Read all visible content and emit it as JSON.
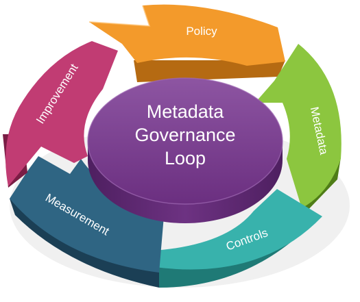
{
  "diagram": {
    "center": {
      "lines": [
        "Metadata",
        "Governance",
        "Loop"
      ],
      "color": "#7a3e8e"
    },
    "segments": [
      {
        "id": "policy",
        "label": "Policy",
        "color": "#f39a2b",
        "text_color": "#1a1a1a"
      },
      {
        "id": "metadata",
        "label": "Metadata",
        "color": "#8cc63f",
        "text_color": "#1a1a1a"
      },
      {
        "id": "controls",
        "label": "Controls",
        "color": "#38b2ac",
        "text_color": "#1a1a1a"
      },
      {
        "id": "measurement",
        "label": "Measurement",
        "color": "#2f6583",
        "text_color": "#ffffff"
      },
      {
        "id": "improvement",
        "label": "Improvement",
        "color": "#c13c73",
        "text_color": "#ffffff"
      }
    ]
  }
}
